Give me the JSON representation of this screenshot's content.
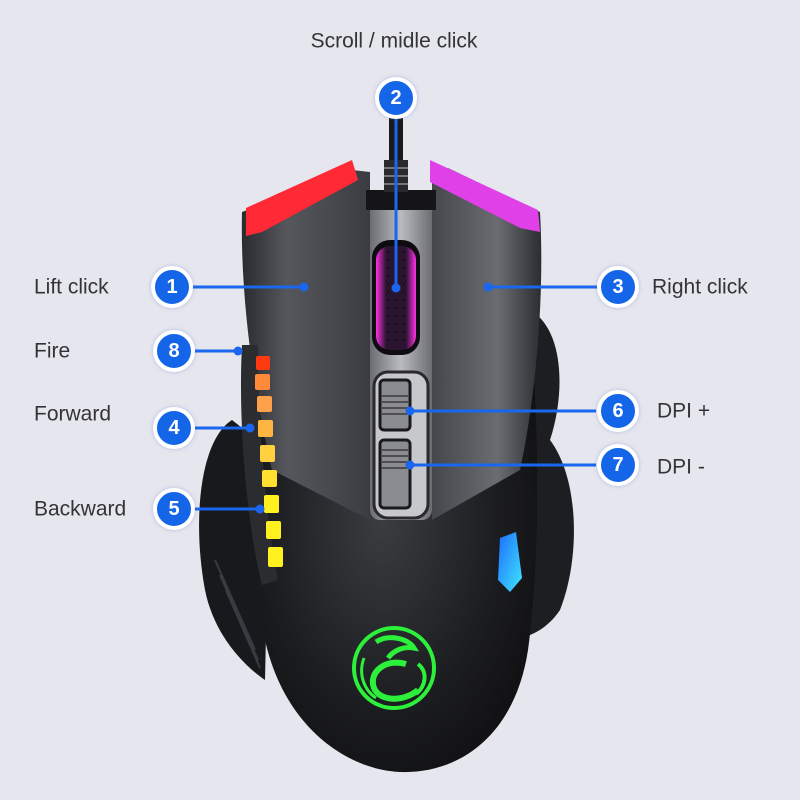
{
  "diagram": {
    "subject": "Gaming mouse button layout",
    "background_color": "#e6e6ee",
    "accent_color": "#1565e8"
  },
  "callouts": [
    {
      "number": "2",
      "label": "Scroll / midle click",
      "part": "scroll-wheel"
    },
    {
      "number": "1",
      "label": "Lift click",
      "part": "left-button"
    },
    {
      "number": "3",
      "label": "Right click",
      "part": "right-button"
    },
    {
      "number": "8",
      "label": "Fire",
      "part": "fire-button"
    },
    {
      "number": "4",
      "label": "Forward",
      "part": "forward-button"
    },
    {
      "number": "5",
      "label": "Backward",
      "part": "backward-button"
    },
    {
      "number": "6",
      "label": "DPI +",
      "part": "dpi-up-button"
    },
    {
      "number": "7",
      "label": "DPI -",
      "part": "dpi-down-button"
    }
  ],
  "lighting": {
    "left_strip": "#ff2a36",
    "right_strip": "#e040e8",
    "wheel_glow": "#ff3cf0",
    "side_keys": [
      "#ff3a10",
      "#ff8a3a",
      "#ffa04a",
      "#ffb640",
      "#ffd040",
      "#ffe030",
      "#fff020",
      "#fff020",
      "#fff020"
    ],
    "thumb_accent": "#38c8ff",
    "logo": "#2cf03a"
  }
}
